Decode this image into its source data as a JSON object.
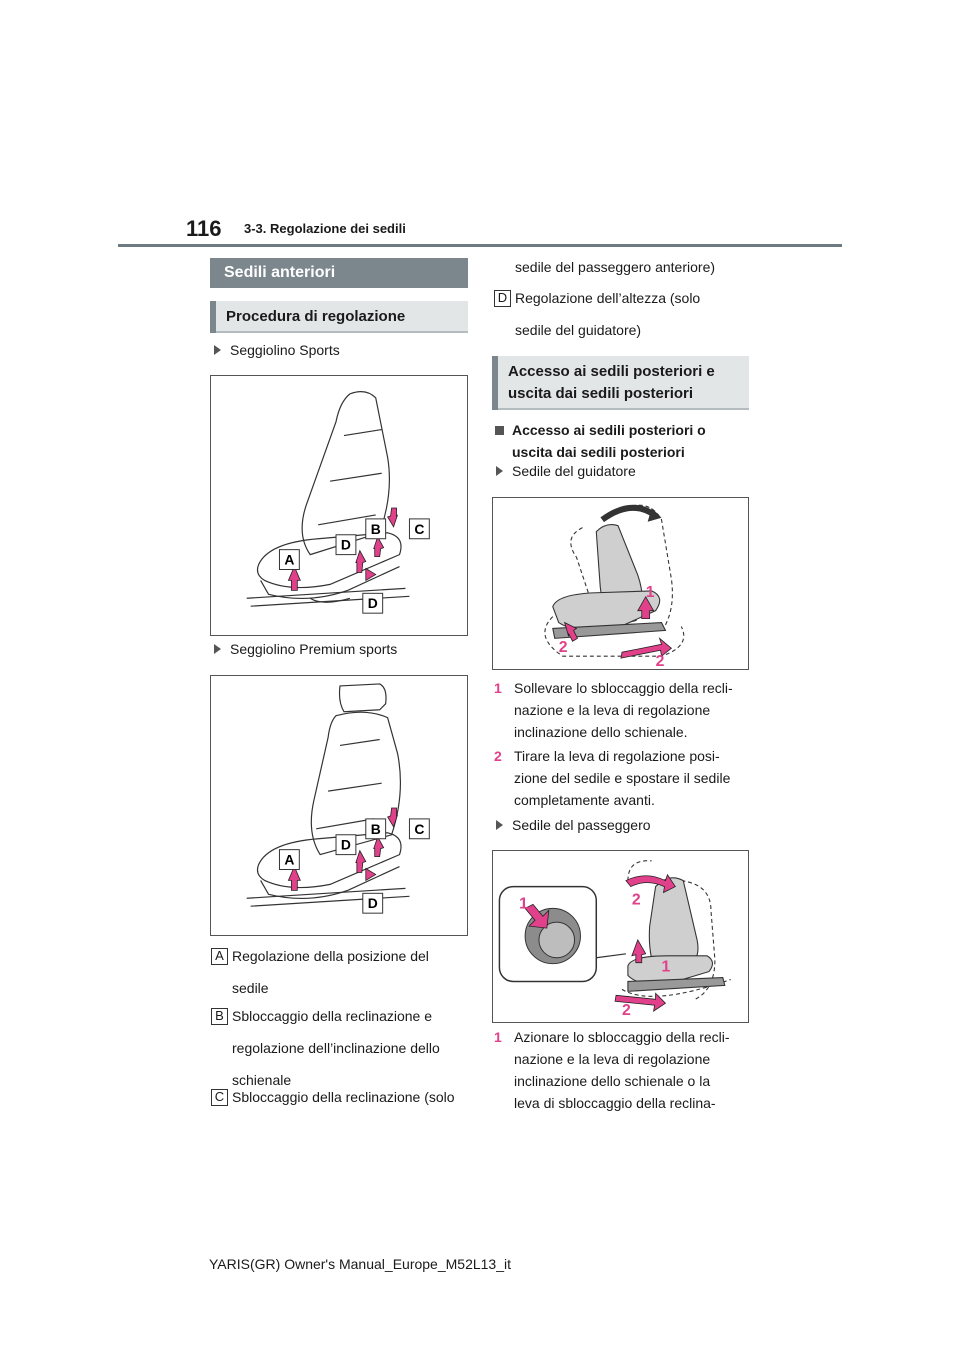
{
  "header": {
    "page_number": "116",
    "section": "3-3. Regolazione dei sedili"
  },
  "left": {
    "section_title": "Sedili anteriori",
    "sub_title": "Procedura di regolazione",
    "fig1_caption": "Seggiolino Sports",
    "fig2_caption": "Seggiolino Premium sports",
    "fig_letters": [
      "A",
      "B",
      "C",
      "D"
    ],
    "legend": [
      {
        "letter": "A",
        "lines": [
          "Regolazione della posizione del",
          "sedile"
        ]
      },
      {
        "letter": "B",
        "lines": [
          "Sbloccaggio della reclinazione e",
          "regolazione dell’inclinazione dello",
          "schienale"
        ]
      },
      {
        "letter": "C",
        "lines": [
          "Sbloccaggio della reclinazione (solo"
        ]
      }
    ]
  },
  "right": {
    "cont_line": "sedile del passeggero anteriore)",
    "legend_d": {
      "letter": "D",
      "lines": [
        "Regolazione dell’altezza (solo",
        "sedile del guidatore)"
      ]
    },
    "section_title_lines": [
      "Accesso ai sedili posteriori e",
      "uscita dai sedili posteriori"
    ],
    "heading_lines": [
      "Accesso ai sedili posteriori o",
      "uscita dai sedili posteriori"
    ],
    "fig3_caption": "Sedile del guidatore",
    "fig_numbers": [
      "1",
      "2"
    ],
    "driver_steps": [
      {
        "num": "1",
        "lines": [
          "Sollevare lo sbloccaggio della recli-",
          "nazione e la leva di regolazione",
          "inclinazione dello schienale."
        ]
      },
      {
        "num": "2",
        "lines": [
          "Tirare la leva di regolazione posi-",
          "zione del sedile e spostare il sedile",
          "completamente avanti."
        ]
      }
    ],
    "fig4_caption": "Sedile del passeggero",
    "passenger_steps": [
      {
        "num": "1",
        "lines": [
          "Azionare lo sbloccaggio della recli-",
          "nazione e la leva di regolazione",
          "inclinazione dello schienale o la",
          "leva di sbloccaggio della reclina-"
        ]
      }
    ]
  },
  "footer": {
    "text": "YARIS(GR) Owner's Manual_Europe_M52L13_it"
  },
  "colors": {
    "accent_pink": "#e1418a",
    "bar_dark": "#7b878d",
    "bar_light": "#e3e6e7"
  }
}
